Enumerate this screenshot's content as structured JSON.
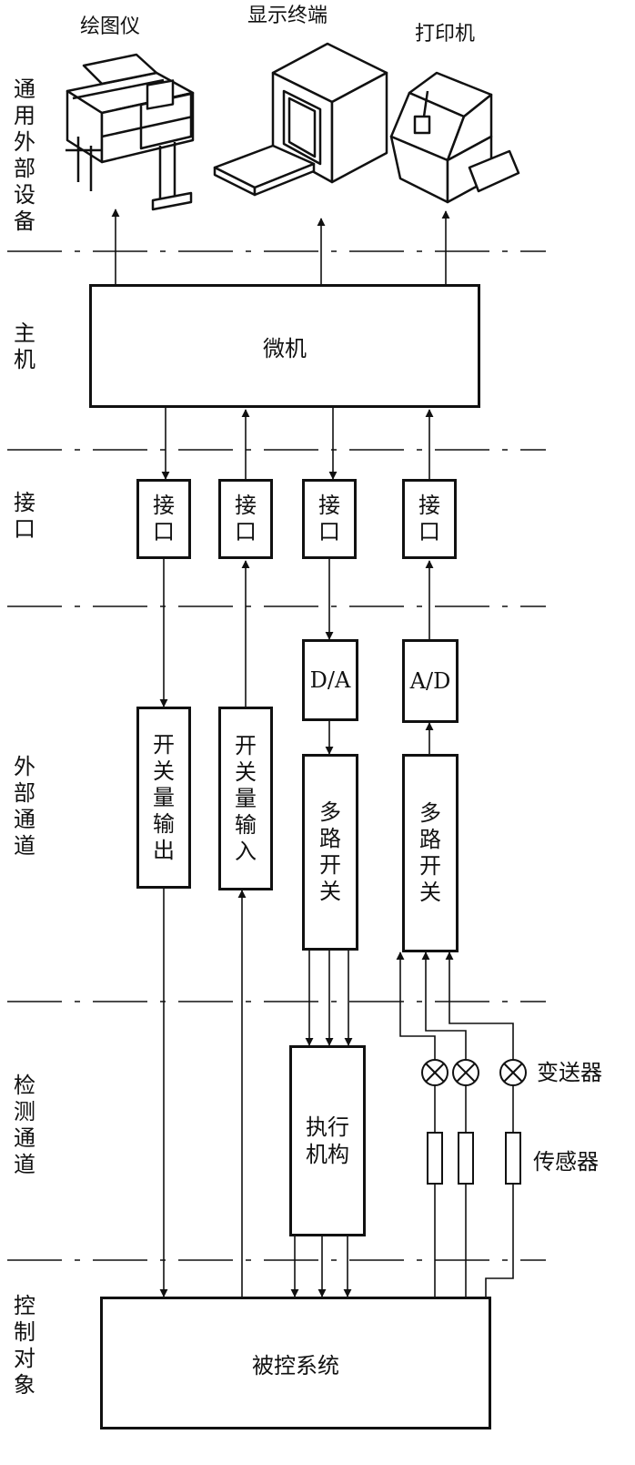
{
  "peripherals": {
    "plotter": "绘图仪",
    "display": "显示终端",
    "printer": "打印机"
  },
  "sections": {
    "peripherals": "通用外部设备",
    "host": "主机",
    "interface": "接口",
    "external_channel": "外部通道",
    "detection_channel": "检测通道",
    "control_object": "控制对象"
  },
  "blocks": {
    "microcomputer": "微机",
    "interface": "接口",
    "switch_output": "开关量输出",
    "switch_input": "开关量输入",
    "da": "D/A",
    "ad": "A/D",
    "multiplexer": "多路开关",
    "actuator": "执行机构",
    "controlled_system": "被控系统"
  },
  "labels": {
    "transmitter": "变送器",
    "sensor": "传感器"
  }
}
